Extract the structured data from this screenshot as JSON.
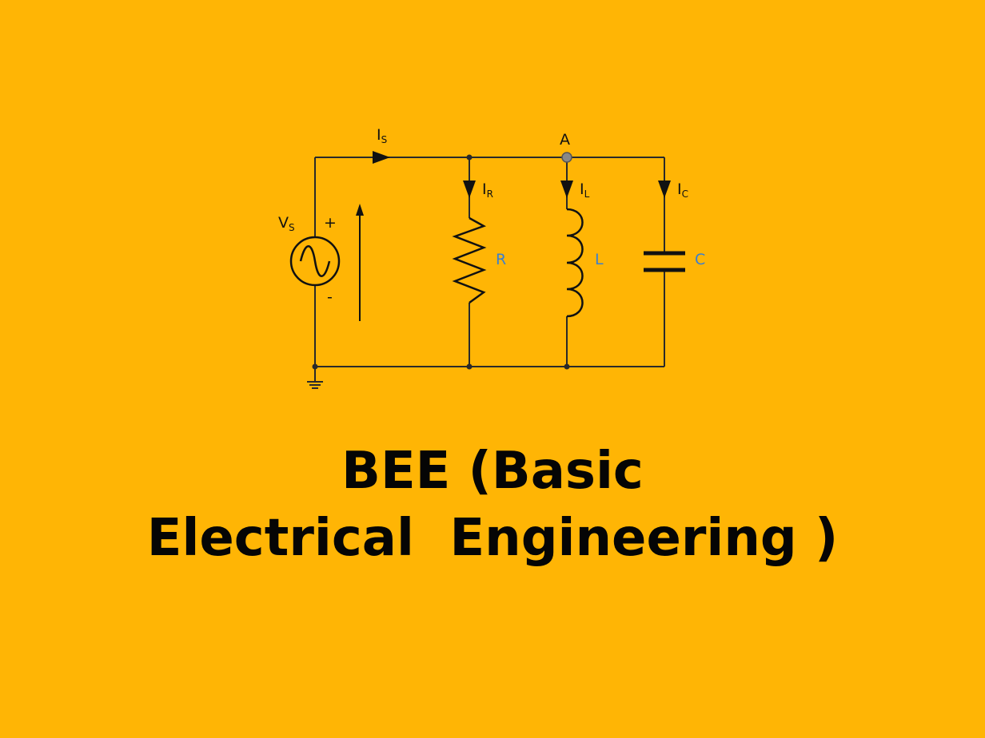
{
  "diagram": {
    "source_label": "V",
    "source_sub": "S",
    "plus_label": "+",
    "minus_label": "-",
    "is_label": "I",
    "is_sub": "S",
    "node_label": "A",
    "ir_label": "I",
    "ir_sub": "R",
    "il_label": "I",
    "il_sub": "L",
    "ic_label": "I",
    "ic_sub": "C",
    "r_label": "R",
    "l_label": "L",
    "c_label": "C"
  },
  "colors": {
    "background": "#FFB505",
    "component_label": "#3a7fd0",
    "text": "#050505"
  },
  "title": {
    "line1": "BEE (Basic",
    "line2": "Electrical  Engineering )"
  }
}
